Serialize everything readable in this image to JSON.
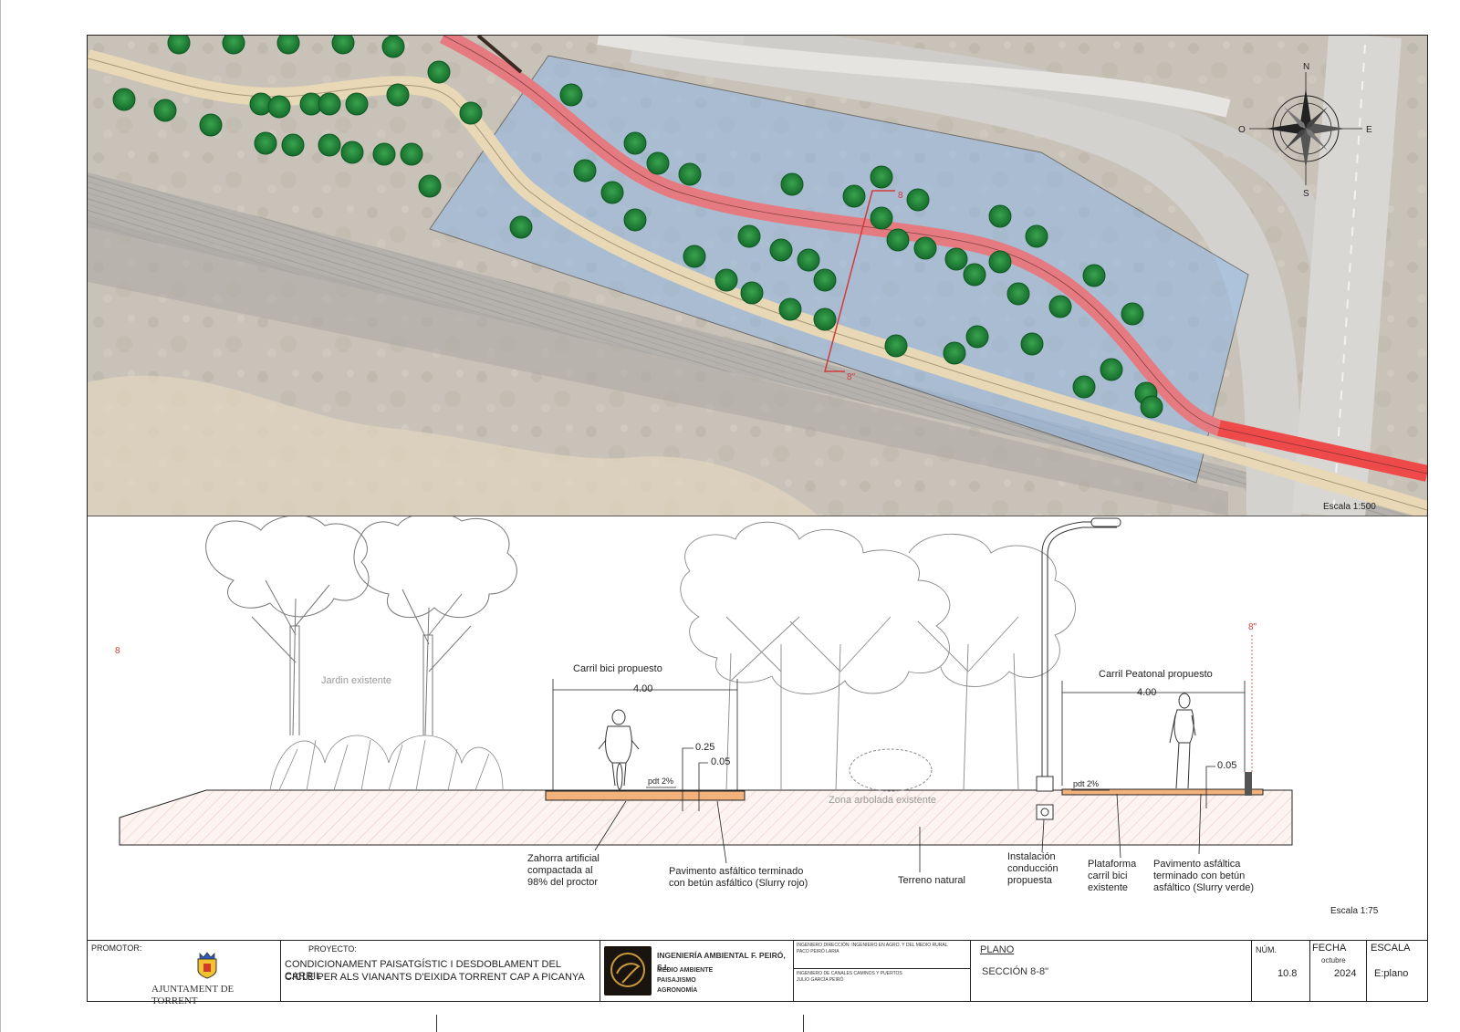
{
  "plan_view": {
    "scale_label": "Escala 1:500",
    "section_mark_top": "8",
    "section_mark_bottom": "8\"",
    "compass": {
      "north": "N",
      "south": "S",
      "east": "E",
      "west": "O"
    }
  },
  "section_view": {
    "scale_label": "Escala 1:75",
    "section_mark_left": "8",
    "section_mark_right": "8\"",
    "existing_garden_label": "Jardin existente",
    "existing_trees_label": "Zona arbolada existente",
    "bike_lane": {
      "title": "Carril bici propuesto",
      "width": "4.00",
      "dim_a": "0.25",
      "dim_b": "0.05",
      "slope": "pdt 2%"
    },
    "ped_lane": {
      "title": "Carril Peatonal propuesto",
      "width": "4.00",
      "dim": "0.05",
      "slope": "pdt 2%"
    },
    "callouts": [
      {
        "lines": [
          "Zahorra artificial",
          "compactada al",
          "98% del proctor"
        ]
      },
      {
        "lines": [
          "Pavimento asfáltico terminado",
          "con betún asfáltico (Slurry rojo)"
        ]
      },
      {
        "lines": [
          "Terreno natural"
        ]
      },
      {
        "lines": [
          "Instalación",
          "conducción",
          "propuesta"
        ]
      },
      {
        "lines": [
          "Plataforma",
          "carril bici",
          "existente"
        ]
      },
      {
        "lines": [
          "Pavimento asfáltica",
          "terminado con betún",
          "asfáltico (Slurry verde)"
        ]
      }
    ]
  },
  "title_block": {
    "promoter_label": "PROMOTOR:",
    "promoter_name": "AJUNTAMENT DE TORRENT",
    "project_label": "PROYECTO:",
    "project_line1": "CONDICIONAMENT PAISATGÍSTIC I DESDOBLAMENT DEL CARRIL",
    "project_line2": "CICLE PER ALS VIANANTS D'EIXIDA TORRENT CAP A PICANYA",
    "company_name": "INGENIERÍA AMBIENTAL F. PEIRÓ, S.L.",
    "company_lines": [
      "MEDIO AMBIENTE",
      "PAISAJISMO",
      "AGRONOMÍA"
    ],
    "engineer_top": "INGENIERO DIRECCIÓN: INGENIERO EN AGRO. Y DEL MEDIO RURAL",
    "engineer_top2": "PACO PEIRÓ LARIA",
    "engineer_bottom": "INGENIERO DE CANALES CAMINOS Y PUERTOS",
    "engineer_bottom2": "JULIO GARCÍA PEIRÓ",
    "plano_label": "PLANO",
    "plano_title": "SECCIÓN 8-8\"",
    "num_label": "NÚM.",
    "num_value": "10.8",
    "fecha_label": "FECHA",
    "fecha_month": "octubre",
    "fecha_year": "2024",
    "escala_label": "ESCALA",
    "escala_value": "E:plano"
  },
  "colors": {
    "bike_lane": "#e8868b",
    "bike_lane_red": "#ef5b5b",
    "ped_path": "#e9d7b4",
    "blue_zone": "#8fb8e6",
    "tree": "#1f8a3a",
    "section_red": "#d13b3b"
  }
}
